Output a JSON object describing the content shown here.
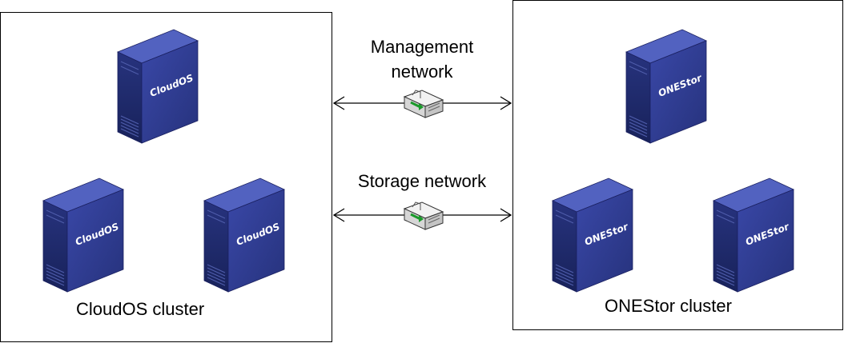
{
  "clusters": {
    "cloudos": {
      "label": "CloudOS cluster",
      "servers": [
        "CloudOS",
        "CloudOS",
        "CloudOS"
      ]
    },
    "onestor": {
      "label": "ONEStor cluster",
      "servers": [
        "ONEStor",
        "ONEStor",
        "ONEStor"
      ]
    }
  },
  "networks": {
    "management": {
      "line1": "Management",
      "line2": "network"
    },
    "storage": {
      "line1": "Storage network"
    }
  },
  "colors": {
    "server_front": "#2e3a8c",
    "server_side": "#1e2a6e",
    "server_top": "#4a5ab8",
    "line": "#000000",
    "switch_body": "#e8e8e8",
    "switch_accent": "#1a9a2a"
  },
  "icons": [
    "server-icon",
    "network-switch-icon",
    "double-arrow-icon"
  ]
}
